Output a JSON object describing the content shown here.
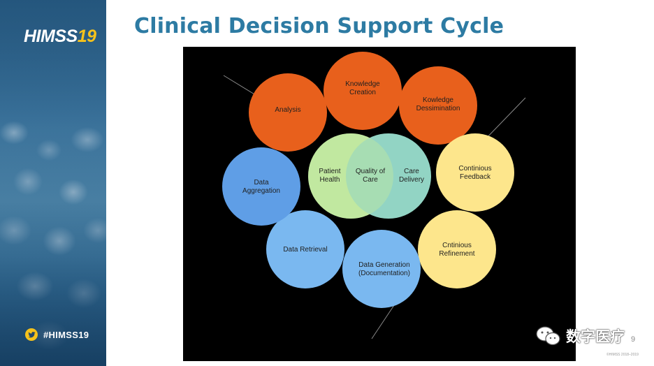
{
  "slide": {
    "title": "Clinical Decision Support Cycle",
    "page_number": "9",
    "copyright": "©HIMSS 2018–2019"
  },
  "sidebar": {
    "brand_prefix": "HIMSS",
    "brand_year": "19",
    "hashtag": "#HIMSS19",
    "social_icon": "twitter-bird-icon",
    "accent_color": "#f5c21b"
  },
  "watermark": {
    "text": "数字医疗",
    "icon": "wechat-icon"
  },
  "diagram": {
    "background": "#000000",
    "nodes": [
      {
        "id": "analysis",
        "lines": [
          "Analysis"
        ],
        "color": "#e8601c"
      },
      {
        "id": "knowledge-creation",
        "lines": [
          "Knowledge",
          "Creation"
        ],
        "color": "#e8601c"
      },
      {
        "id": "knowledge-dessimination",
        "lines": [
          "Kowledge",
          "Dessimination"
        ],
        "color": "#e8601c"
      },
      {
        "id": "continious-feedback",
        "lines": [
          "Continious",
          "Feedback"
        ],
        "color": "#fde68c"
      },
      {
        "id": "cntinious-refinement",
        "lines": [
          "Cntinious",
          "Refinement"
        ],
        "color": "#fde68c"
      },
      {
        "id": "data-generation",
        "lines": [
          "Data Generation",
          "(Documentation)"
        ],
        "color": "#7ab8f0"
      },
      {
        "id": "data-retrieval",
        "lines": [
          "Data Retrieval"
        ],
        "color": "#7ab8f0"
      },
      {
        "id": "data-aggregation",
        "lines": [
          "Data",
          "Aggregation"
        ],
        "color": "#5f9ee6"
      }
    ],
    "center": [
      {
        "id": "patient-health",
        "lines": [
          "Patient",
          "Health"
        ],
        "color": "#c2e8a0"
      },
      {
        "id": "quality-of-care",
        "lines": [
          "Quality of",
          "Care"
        ]
      },
      {
        "id": "care-delivery",
        "lines": [
          "Care",
          "Delivery"
        ],
        "color": "#92d4c4"
      }
    ]
  }
}
